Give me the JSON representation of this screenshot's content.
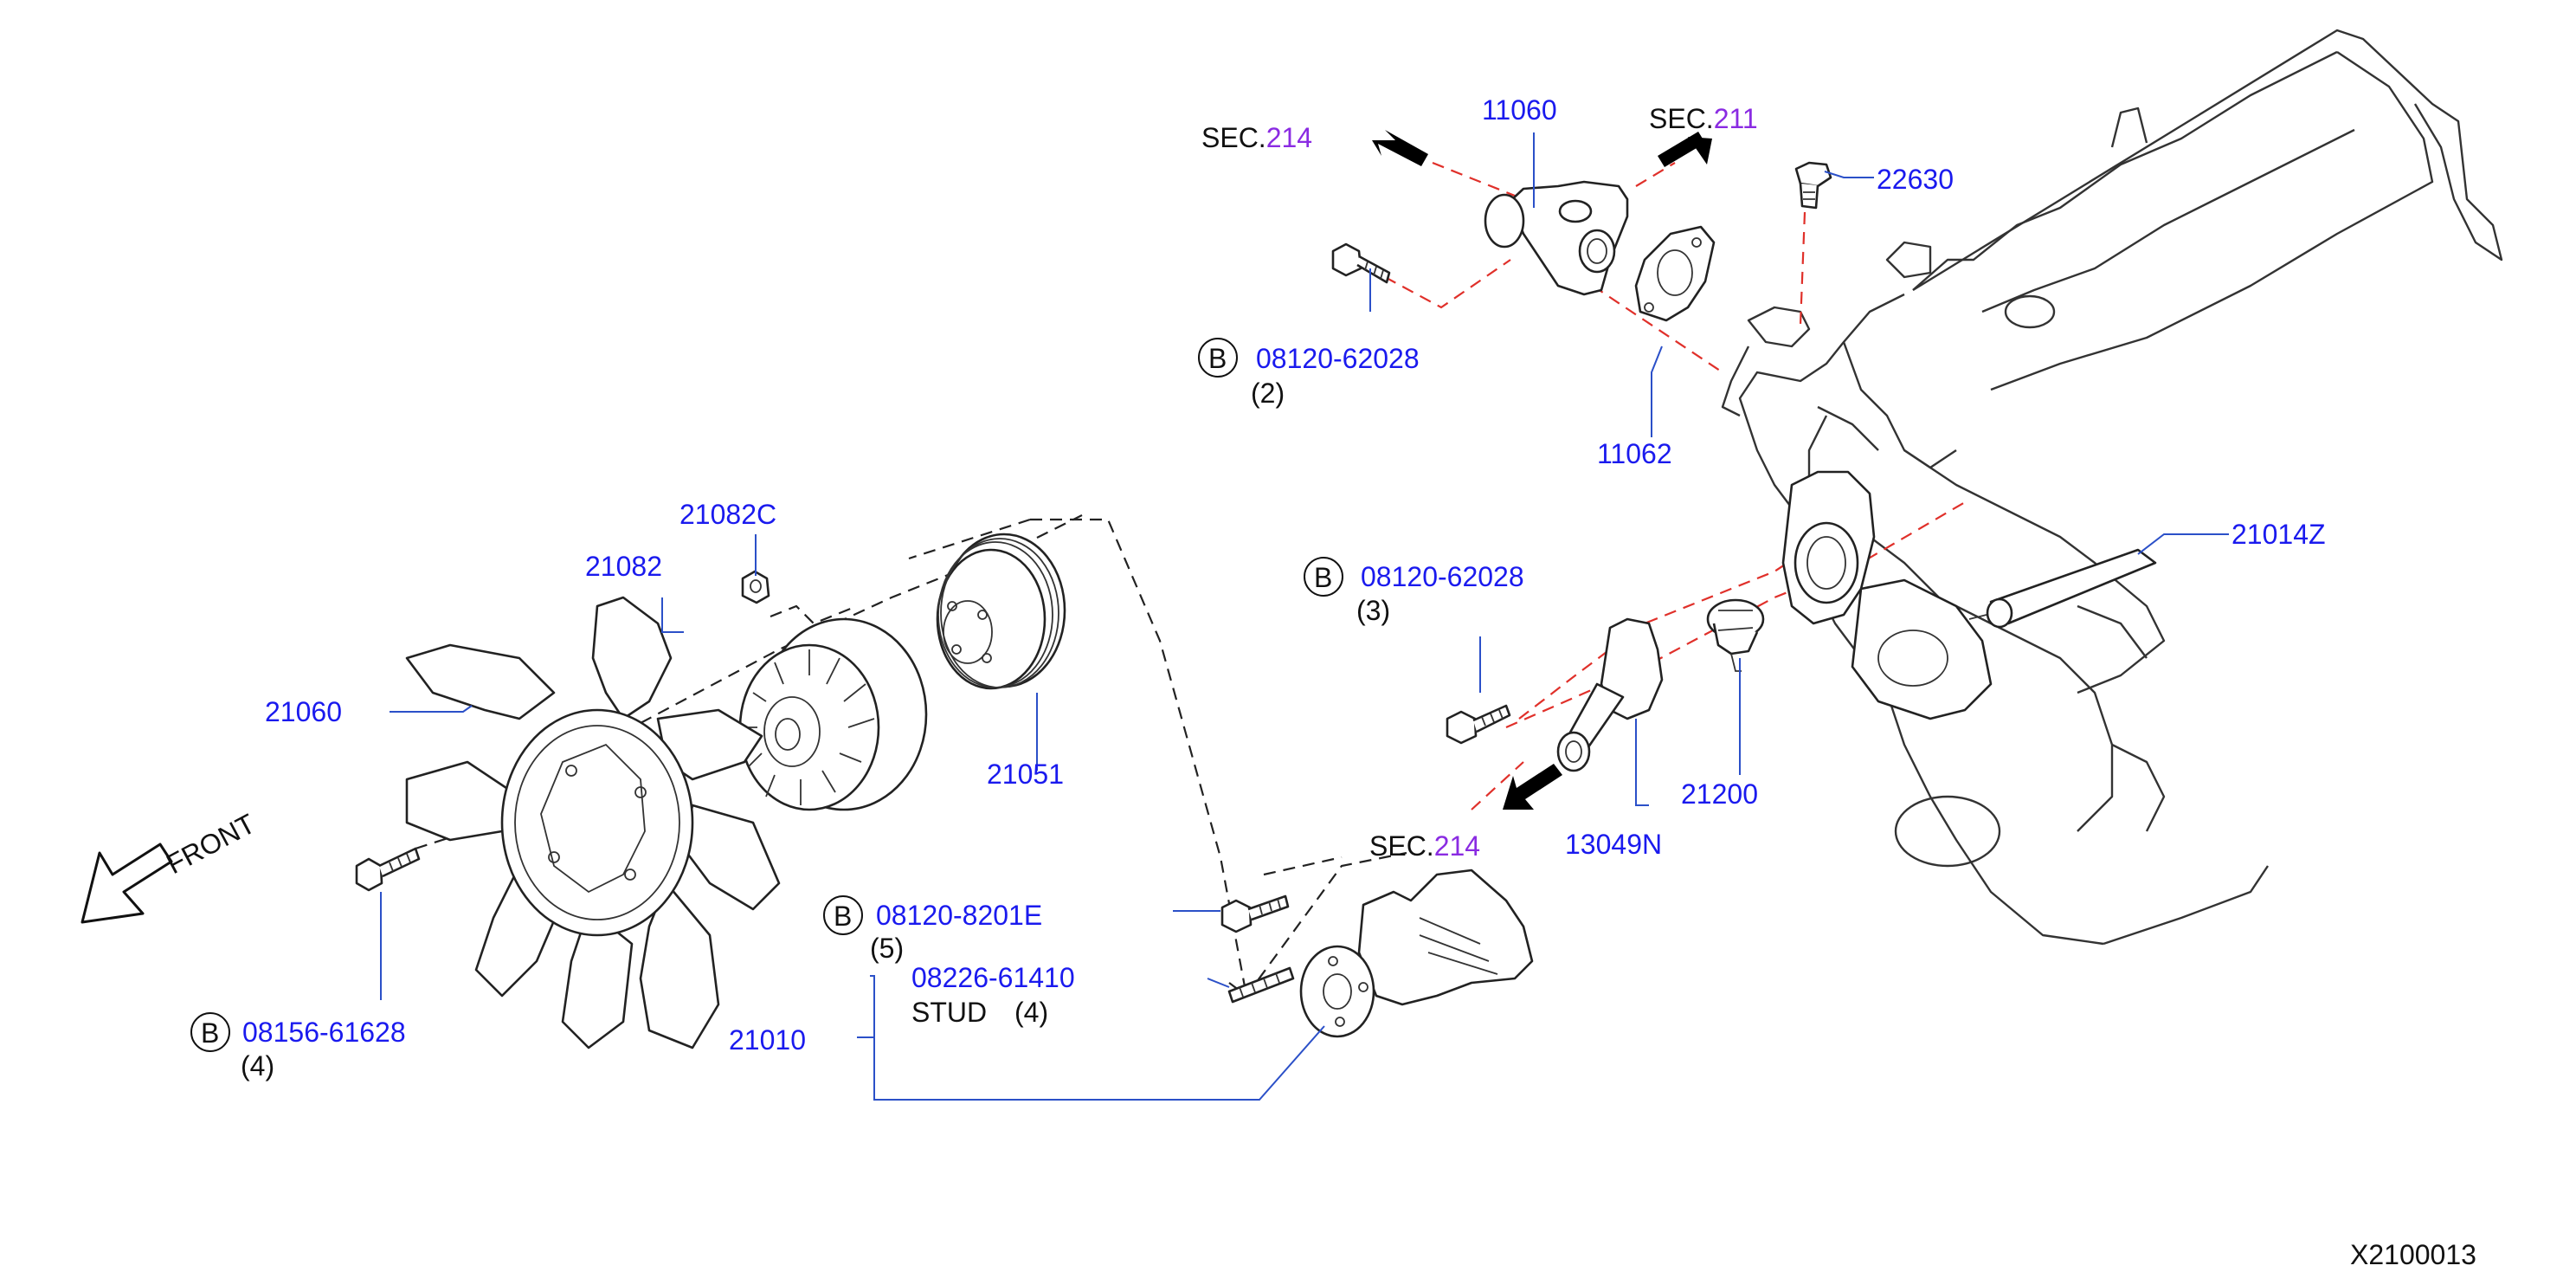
{
  "colors": {
    "part_number": "#1a1aee",
    "section_number": "#8a2be2",
    "text": "#111111",
    "leader": "#2b50c8",
    "flow_line": "#e0302a"
  },
  "callouts": {
    "p11060": "11060",
    "p22630": "22630",
    "p11062": "11062",
    "p21014z": "21014Z",
    "p21082c": "21082C",
    "p21082": "21082",
    "p21060": "21060",
    "p21051": "21051",
    "p21200": "21200",
    "p13049n": "13049N",
    "p21010": "21010",
    "bolt_top": {
      "badge": "B",
      "part": "08120-62028",
      "qty": "(2)"
    },
    "bolt_mid": {
      "badge": "B",
      "part": "08120-62028",
      "qty": "(3)"
    },
    "bolt_pump": {
      "badge": "B",
      "part": "08120-8201E",
      "qty": "(5)"
    },
    "bolt_fan": {
      "badge": "B",
      "part": "08156-61628",
      "qty": "(4)"
    },
    "stud": {
      "part": "08226-61410",
      "label": "STUD",
      "qty": "(4)"
    }
  },
  "sections": {
    "sec214_top": {
      "prefix": "SEC.",
      "number": "214"
    },
    "sec211": {
      "prefix": "SEC.",
      "number": "211"
    },
    "sec214_pump": {
      "prefix": "SEC.",
      "number": "214"
    }
  },
  "front_label": "FRONT",
  "diagram_code": "X2100013"
}
